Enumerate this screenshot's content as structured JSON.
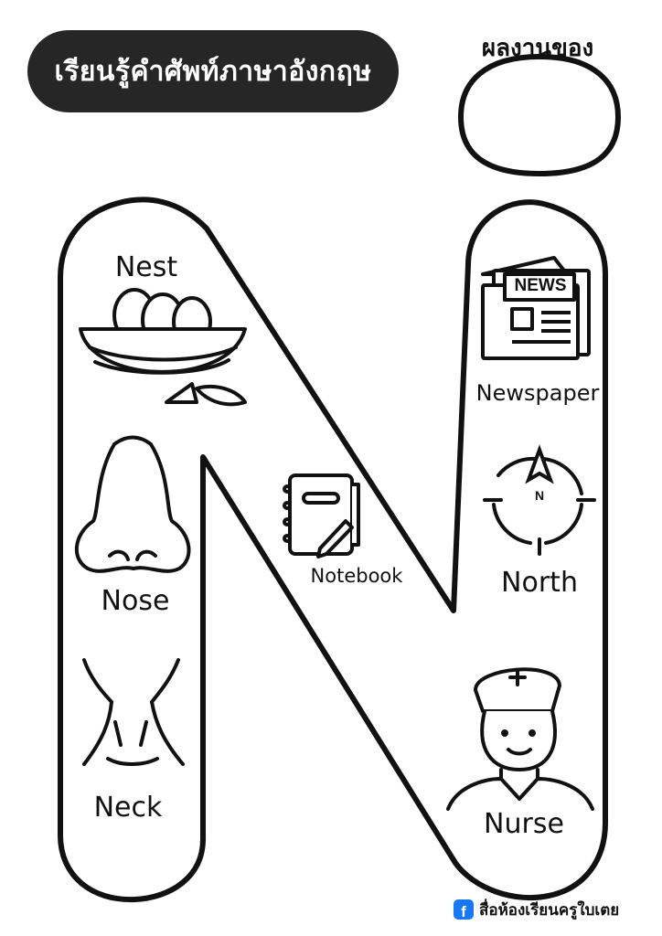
{
  "worksheet": {
    "title": "เรียนรู้คำศัพท์ภาษาอังกฤษ",
    "name_label": "ผลงานของ",
    "letter": "N"
  },
  "vocabulary": [
    {
      "word": "Nest",
      "icon": "nest-icon"
    },
    {
      "word": "Nose",
      "icon": "nose-icon"
    },
    {
      "word": "Neck",
      "icon": "neck-icon"
    },
    {
      "word": "Notebook",
      "icon": "notebook-icon"
    },
    {
      "word": "Newspaper",
      "icon": "newspaper-icon"
    },
    {
      "word": "North",
      "icon": "compass-icon"
    },
    {
      "word": "Nurse",
      "icon": "nurse-icon"
    }
  ],
  "illustration_text": {
    "newspaper_heading": "NEWS",
    "compass_letter": "N"
  },
  "footer": {
    "logo_glyph": "f",
    "credit": "สื่อห้องเรียนครูใบเตย"
  },
  "colors": {
    "ink": "#111111",
    "title_pill": "#262626",
    "facebook_blue": "#1877f2"
  }
}
